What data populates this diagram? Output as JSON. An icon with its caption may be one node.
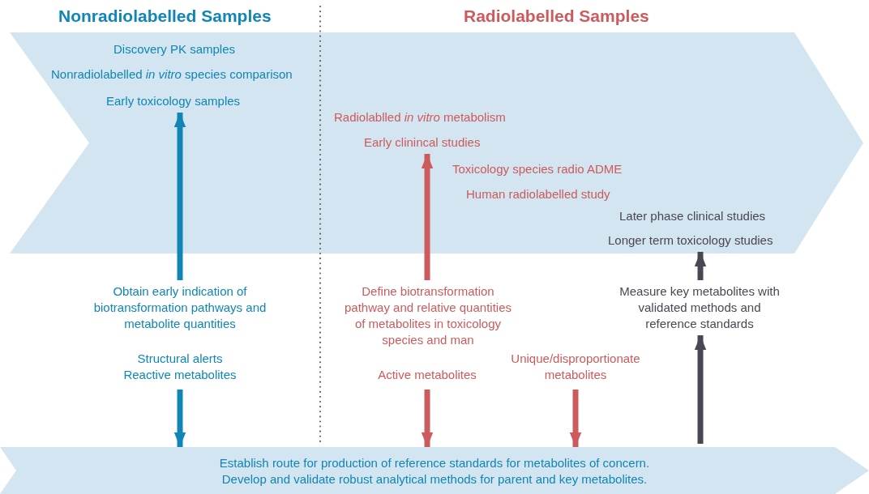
{
  "diagram": {
    "nodes": [
      {
        "text": [],
        "shape": "band"
      },
      {
        "text": [
          "Discovery PK samples"
        ],
        "in": 0
      },
      {
        "text": [
          "Nonradiolabelled *in vitro* species comparison"
        ],
        "in": 0
      },
      {
        "text": [
          "Early toxicology samples"
        ],
        "in": 0
      },
      {
        "text": [
          "Radiolablled *in vitro* metabolism"
        ],
        "in": 0
      },
      {
        "text": [
          "Early clinincal studies"
        ],
        "in": 0
      },
      {
        "text": [
          "Toxicology species radio ADME"
        ],
        "in": 0
      },
      {
        "text": [
          "Human radiolabelled study"
        ],
        "in": 0
      },
      {
        "text": [
          "Later phase clinical studies"
        ],
        "in": 0
      },
      {
        "text": [
          "Longer term toxicology studies"
        ],
        "in": 0
      },
      {
        "text": [
          "Obtain early indication of biotransformation pathways and metabolite quantities"
        ]
      },
      {
        "text": [
          "Structural alerts",
          "Reactive metabolites"
        ]
      },
      {
        "text": [
          "Define biotransformation pathway and relative quantities of metabolites in toxicology species and man"
        ]
      },
      {
        "text": [
          "Active metabolites"
        ]
      },
      {
        "text": [
          "Unique/disproportionate metabolites"
        ]
      },
      {
        "text": [
          "Measure key metabolites with validated methods and reference standards"
        ]
      },
      {
        "text": [
          "Establish route for production of reference standards for metabolites of concern.",
          "Develop and validate robust analytical methods for parent and key metabolites."
        ]
      }
    ],
    "edges": [
      {
        "from": 10,
        "to": 3,
        "arrow": "to",
        "color": "#0f86b6"
      },
      {
        "from": 11,
        "to": 16,
        "arrow": "to",
        "color": "#0f86b6"
      },
      {
        "from": 12,
        "to": 5,
        "arrow": "to"
      },
      {
        "from": 13,
        "to": 16,
        "arrow": "to"
      },
      {
        "from": 14,
        "to": 16,
        "arrow": "to"
      },
      {
        "from": 15,
        "to": 9,
        "arrow": "to",
        "color": "#4a4752"
      },
      {
        "from": 16,
        "to": 15,
        "arrow": "to",
        "color": "#4a4752"
      }
    ],
    "labels": [
      "Nonradiolabelled Samples",
      "Radiolabelled Samples"
    ]
  }
}
